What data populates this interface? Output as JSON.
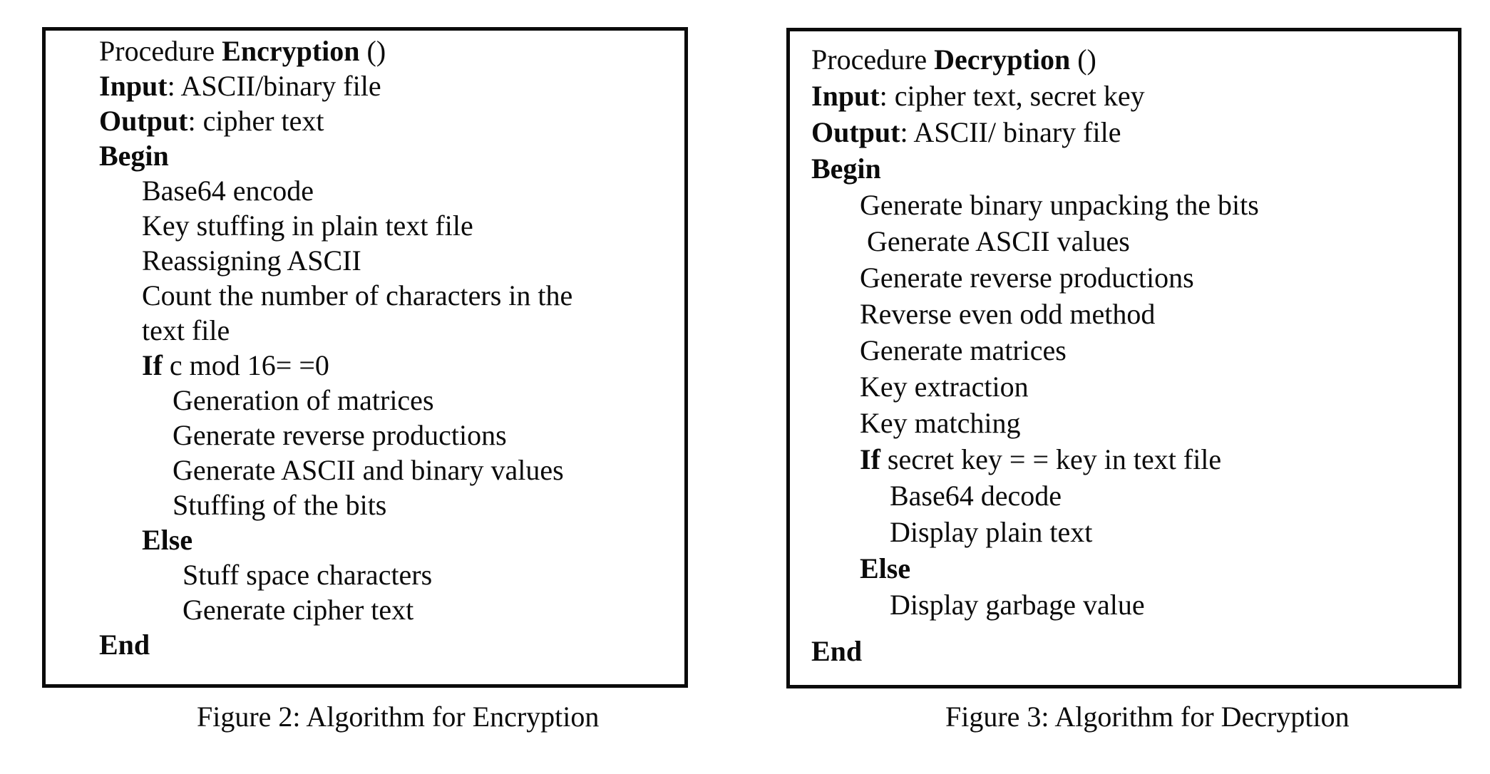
{
  "page": {
    "background_color": "#ffffff",
    "text_color": "#0b0b0b",
    "border_color": "#0b0b0b"
  },
  "figures": [
    {
      "caption": "Figure 2: Algorithm for Encryption",
      "lines": [
        {
          "indent": "0",
          "pre": "Procedure ",
          "bold": "Encryption",
          "post": " ()"
        },
        {
          "indent": "0",
          "bold": "Input",
          "post": ": ASCII/binary file"
        },
        {
          "indent": "0",
          "bold": "Output",
          "post": ": cipher text"
        },
        {
          "indent": "0",
          "bold": "Begin"
        },
        {
          "indent": "1",
          "pre": "Base64 encode"
        },
        {
          "indent": "1",
          "pre": "Key stuffing in plain text file"
        },
        {
          "indent": "1",
          "pre": "Reassigning ASCII"
        },
        {
          "indent": "1",
          "pre": "Count the number of characters in the"
        },
        {
          "indent": "1",
          "pre": "text file"
        },
        {
          "indent": "1",
          "bold": "If",
          "post": " c mod 16= =0"
        },
        {
          "indent": "2",
          "pre": "Generation of matrices"
        },
        {
          "indent": "2",
          "pre": "Generate reverse productions"
        },
        {
          "indent": "2",
          "pre": "Generate ASCII and binary values"
        },
        {
          "indent": "2",
          "pre": "Stuffing of the bits"
        },
        {
          "indent": "1",
          "bold": "Else"
        },
        {
          "indent": "2x",
          "pre": "Stuff space characters"
        },
        {
          "indent": "2x",
          "pre": "Generate cipher text"
        },
        {
          "indent": "0",
          "bold": "End"
        }
      ]
    },
    {
      "caption": "Figure 3: Algorithm for Decryption",
      "lines": [
        {
          "indent": "0",
          "pre": "Procedure ",
          "bold": "Decryption",
          "post": " ()"
        },
        {
          "indent": "0",
          "bold": "Input",
          "post": ": cipher text, secret key"
        },
        {
          "indent": "0",
          "bold": "Output",
          "post": ": ASCII/ binary file"
        },
        {
          "indent": "0",
          "bold": "Begin"
        },
        {
          "indent": "1",
          "pre": "Generate binary unpacking the bits"
        },
        {
          "indent": "1x",
          "pre": "Generate ASCII values"
        },
        {
          "indent": "1",
          "pre": "Generate reverse productions"
        },
        {
          "indent": "1",
          "pre": "Reverse even odd method"
        },
        {
          "indent": "1",
          "pre": "Generate matrices"
        },
        {
          "indent": "1",
          "pre": "Key extraction"
        },
        {
          "indent": "1",
          "pre": "Key matching"
        },
        {
          "indent": "1",
          "bold": "If",
          "post": " secret key = = key in text file"
        },
        {
          "indent": "2",
          "pre": "Base64 decode"
        },
        {
          "indent": "2",
          "pre": "Display plain text"
        },
        {
          "indent": "1",
          "bold": "Else"
        },
        {
          "indent": "2",
          "pre": "Display garbage value"
        },
        {
          "indent": "0",
          "bold": "End",
          "extra_top": true
        }
      ]
    }
  ]
}
